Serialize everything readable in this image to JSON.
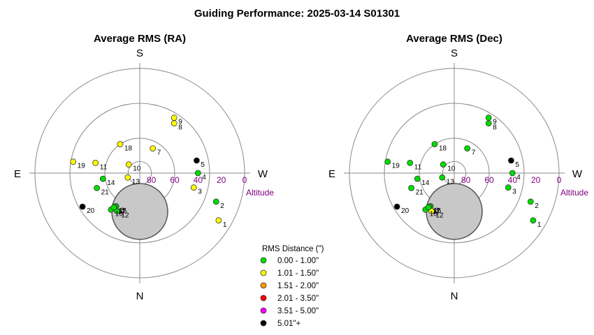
{
  "title": "Guiding Performance: 2025-03-14 S01301",
  "chart_data": [
    {
      "type": "scatter",
      "projection": "polar",
      "title": "Average RMS (RA)",
      "axis": "Altitude",
      "altitude_ticks": [
        "80",
        "60",
        "40",
        "20",
        "0"
      ],
      "directions": {
        "north": "N",
        "south": "S",
        "east": "E",
        "west": "W"
      },
      "points": [
        {
          "label": "1",
          "az": 301.0,
          "alt": 11,
          "category": 1
        },
        {
          "label": "2",
          "az": 290.5,
          "alt": 20,
          "category": 0
        },
        {
          "label": "3",
          "az": 285.0,
          "alt": 42,
          "category": 1
        },
        {
          "label": "4",
          "az": 270.0,
          "alt": 40,
          "category": 0
        },
        {
          "label": "5",
          "az": 257.5,
          "alt": 40,
          "category": 5
        },
        {
          "label": "6",
          "az": 35.5,
          "alt": 55,
          "category": 0
        },
        {
          "label": "7",
          "az": 207.8,
          "alt": 66,
          "category": 1
        },
        {
          "label": "8",
          "az": 214.6,
          "alt": 38,
          "category": 1
        },
        {
          "label": "9",
          "az": 211.8,
          "alt": 34,
          "category": 1
        },
        {
          "label": "10",
          "az": 128.0,
          "alt": 78,
          "category": 1
        },
        {
          "label": "11",
          "az": 103.0,
          "alt": 51,
          "category": 1
        },
        {
          "label": "12",
          "az": 31.0,
          "alt": 52,
          "category": 0
        },
        {
          "label": "13",
          "az": 69.8,
          "alt": 79,
          "category": 1
        },
        {
          "label": "14",
          "az": 81.3,
          "alt": 58,
          "category": 0
        },
        {
          "label": "15",
          "az": 36.8,
          "alt": 54,
          "category": 0
        },
        {
          "label": "16",
          "az": 38.2,
          "alt": 50,
          "category": 0
        },
        {
          "label": "17",
          "az": 37.0,
          "alt": 53,
          "category": 0
        },
        {
          "label": "18",
          "az": 146.0,
          "alt": 60,
          "category": 1
        },
        {
          "label": "19",
          "az": 99.7,
          "alt": 32,
          "category": 1
        },
        {
          "label": "20",
          "az": 59.6,
          "alt": 33,
          "category": 5
        },
        {
          "label": "21",
          "az": 70.8,
          "alt": 51,
          "category": 0
        }
      ]
    },
    {
      "type": "scatter",
      "projection": "polar",
      "title": "Average RMS (Dec)",
      "axis": "Altitude",
      "altitude_ticks": [
        "80",
        "60",
        "40",
        "20",
        "0"
      ],
      "directions": {
        "north": "N",
        "south": "S",
        "east": "E",
        "west": "W"
      },
      "points": [
        {
          "label": "1",
          "az": 301.0,
          "alt": 11,
          "category": 0
        },
        {
          "label": "2",
          "az": 290.5,
          "alt": 20,
          "category": 0
        },
        {
          "label": "3",
          "az": 285.0,
          "alt": 42,
          "category": 0
        },
        {
          "label": "4",
          "az": 270.0,
          "alt": 40,
          "category": 0
        },
        {
          "label": "5",
          "az": 257.5,
          "alt": 40,
          "category": 5
        },
        {
          "label": "6",
          "az": 35.5,
          "alt": 55,
          "category": 0
        },
        {
          "label": "7",
          "az": 207.8,
          "alt": 66,
          "category": 0
        },
        {
          "label": "8",
          "az": 214.6,
          "alt": 38,
          "category": 0
        },
        {
          "label": "9",
          "az": 211.8,
          "alt": 34,
          "category": 0
        },
        {
          "label": "10",
          "az": 128.0,
          "alt": 78,
          "category": 0
        },
        {
          "label": "11",
          "az": 103.0,
          "alt": 51,
          "category": 0
        },
        {
          "label": "12",
          "az": 31.0,
          "alt": 52,
          "category": 1
        },
        {
          "label": "13",
          "az": 69.8,
          "alt": 79,
          "category": 0
        },
        {
          "label": "14",
          "az": 81.3,
          "alt": 58,
          "category": 0
        },
        {
          "label": "15",
          "az": 36.8,
          "alt": 54,
          "category": 0
        },
        {
          "label": "16",
          "az": 38.2,
          "alt": 50,
          "category": 0
        },
        {
          "label": "17",
          "az": 37.0,
          "alt": 53,
          "category": 0
        },
        {
          "label": "18",
          "az": 146.0,
          "alt": 60,
          "category": 0
        },
        {
          "label": "19",
          "az": 99.7,
          "alt": 32,
          "category": 0
        },
        {
          "label": "20",
          "az": 59.6,
          "alt": 33,
          "category": 5
        },
        {
          "label": "21",
          "az": 70.8,
          "alt": 51,
          "category": 0
        }
      ]
    }
  ],
  "legend": {
    "title": "RMS Distance (\")",
    "items": [
      {
        "label": "0.00 - 1.00\"",
        "color": "#00dd00"
      },
      {
        "label": "1.01 - 1.50\"",
        "color": "#ffff00"
      },
      {
        "label": "1.51 - 2.00\"",
        "color": "#ff9900"
      },
      {
        "label": "2.01 - 3.50\"",
        "color": "#ff0000"
      },
      {
        "label": "3.51 - 5.00\"",
        "color": "#ff00ff"
      },
      {
        "label": "5.01\"+",
        "color": "#000000"
      }
    ]
  },
  "meridian_mask_color": "#c8c8c8"
}
